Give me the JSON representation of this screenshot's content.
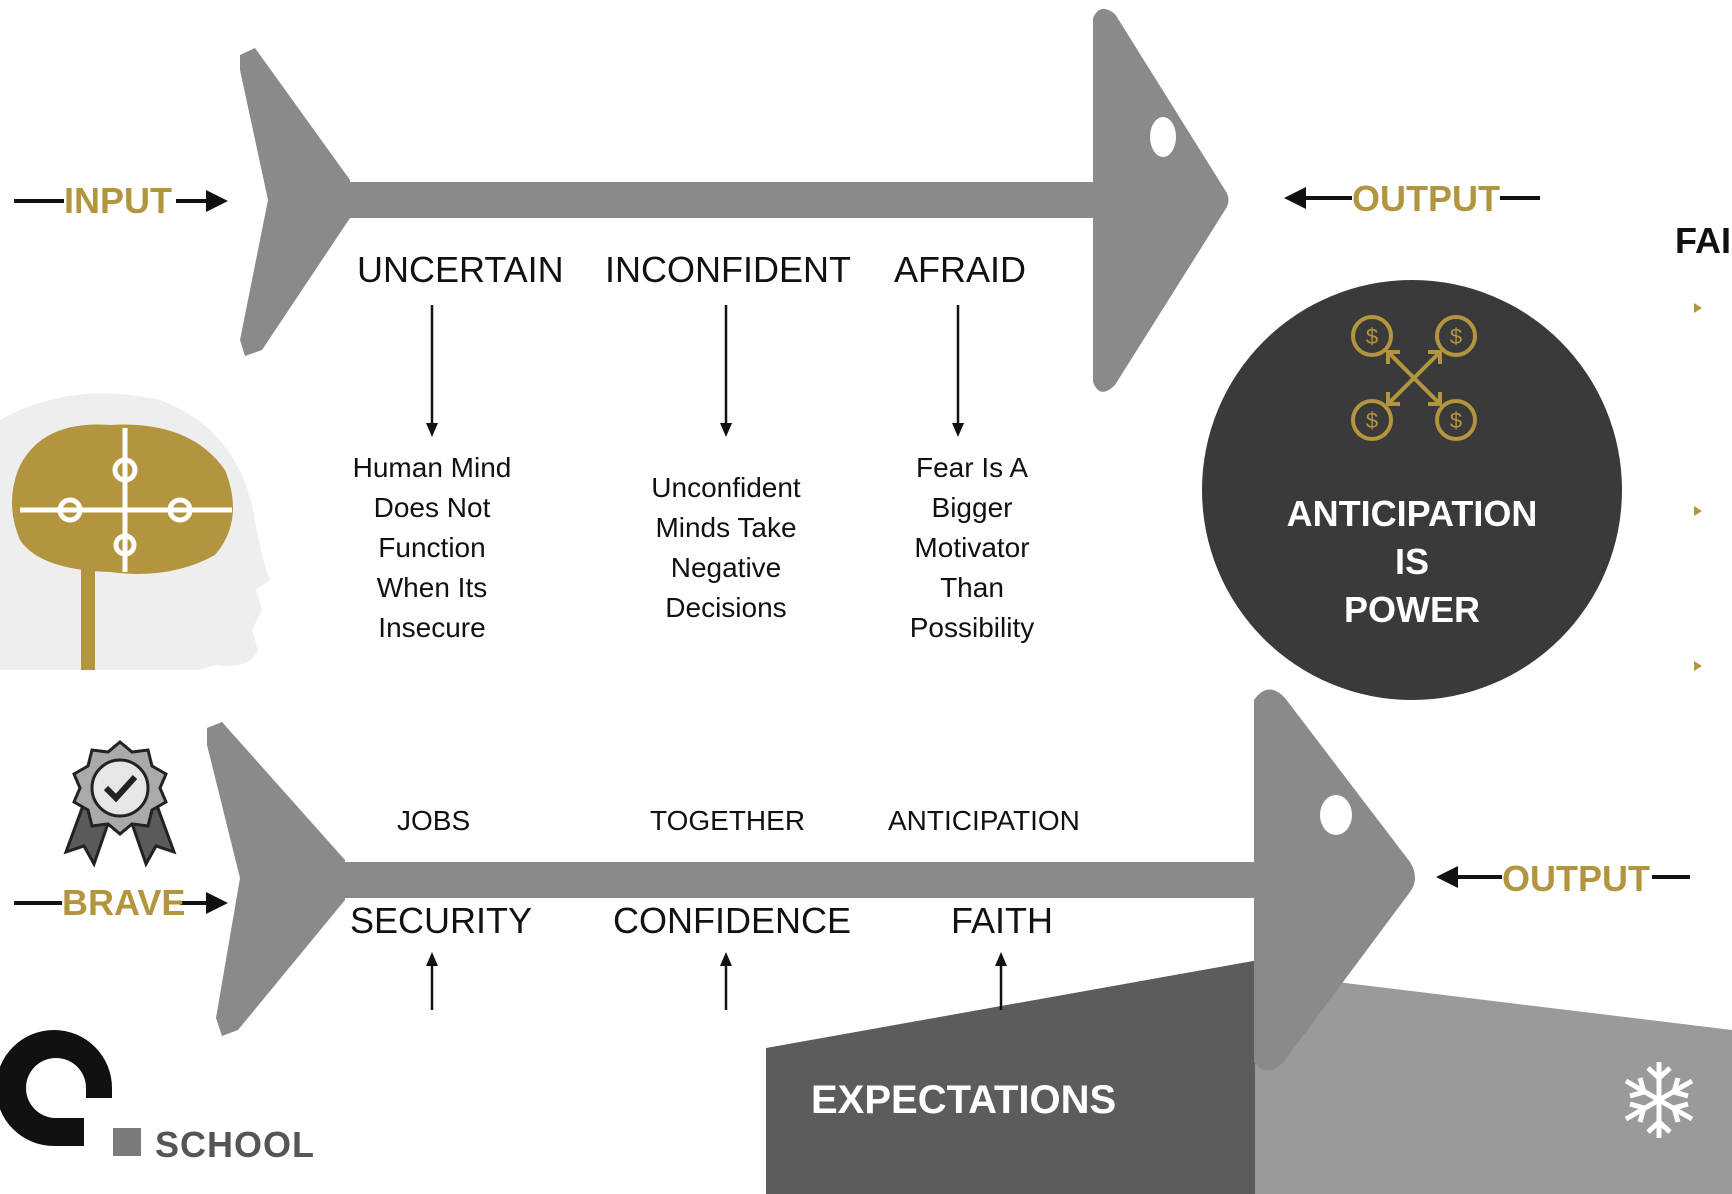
{
  "flow_labels": {
    "input": "INPUT",
    "output_top": "OUTPUT",
    "brave": "BRAVE",
    "output_bottom": "OUTPUT"
  },
  "top_fish": {
    "causes": [
      "UNCERTAIN",
      "INCONFIDENT",
      "AFRAID"
    ],
    "effects": [
      [
        "Human Mind",
        "Does Not",
        "Function",
        "When Its",
        "Insecure"
      ],
      [
        "Unconfident",
        "Minds Take",
        "Negative",
        "Decisions"
      ],
      [
        "Fear Is A",
        "Bigger",
        "Motivator",
        "Than",
        "Possibility"
      ]
    ]
  },
  "bottom_fish": {
    "upper_labels": [
      "JOBS",
      "TOGETHER",
      "ANTICIPATION"
    ],
    "causes": [
      "SECURITY",
      "CONFIDENCE",
      "FAITH"
    ]
  },
  "circle": {
    "lines": [
      "ANTICIPATION",
      "IS",
      "POWER"
    ]
  },
  "expectations_label": "EXPECTATIONS",
  "logo": {
    "text": "SCHOOL"
  },
  "edge_heading": "FAI",
  "colors": {
    "gold": "#b4953f",
    "fish_gray": "#8a8a8a",
    "circle_dark": "#3a3a3a",
    "expect_dark": "#5c5c5c",
    "expect_light": "#9a9a9a"
  },
  "icons": [
    "brain-puzzle-head-icon",
    "award-badge-icon",
    "money-network-icon",
    "snowflake-icon",
    "logo-mark-icon",
    "bullet-triangle-icon"
  ]
}
